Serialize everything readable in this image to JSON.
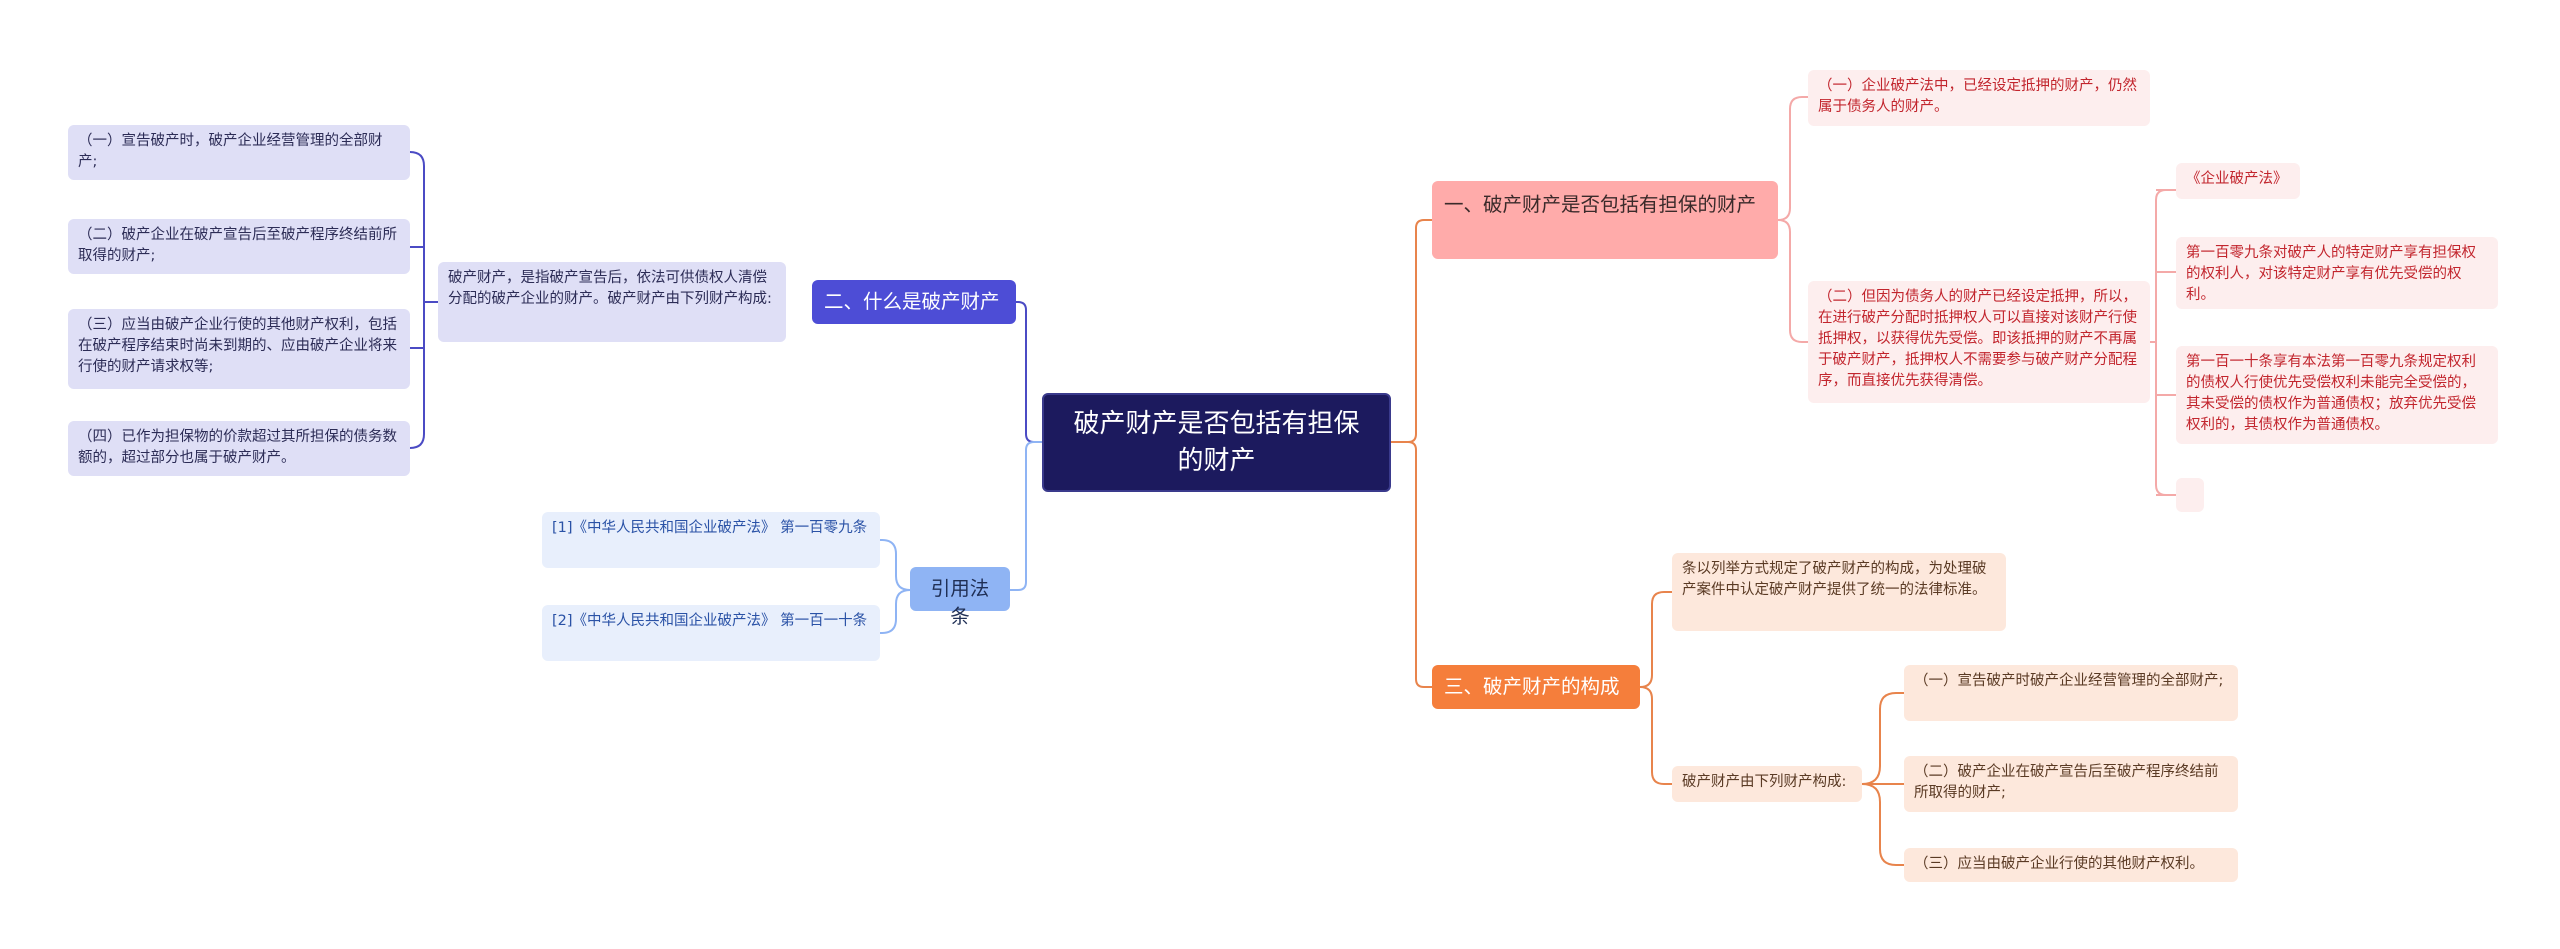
{
  "root": {
    "title": "破产财产是否包括有担保的财产"
  },
  "branch1": {
    "title": "一、破产财产是否包括有担保的财产",
    "item1": "（一）企业破产法中，已经设定抵押的财产，仍然属于债务人的财产。",
    "item2": "（二）但因为债务人的财产已经设定抵押，所以，在进行破产分配时抵押权人可以直接对该财产行使抵押权，以获得优先受偿。即该抵押的财产不再属于破产财产，抵押权人不需要参与破产财产分配程序，而直接优先获得清偿。",
    "law": "《企业破产法》",
    "law_art1": "第一百零九条对破产人的特定财产享有担保权的权利人，对该特定财产享有优先受偿的权利。",
    "law_art2": "第一百一十条享有本法第一百零九条规定权利的债权人行使优先受偿权利未能完全受偿的，其未受偿的债权作为普通债权；放弃优先受偿权利的，其债权作为普通债权。",
    "law_empty": ""
  },
  "branch2": {
    "title": "二、什么是破产财产",
    "desc": "破产财产，是指破产宣告后，依法可供债权人清偿分配的破产企业的财产。破产财产由下列财产构成:",
    "items": [
      "（一）宣告破产时，破产企业经营管理的全部财产;",
      "（二）破产企业在破产宣告后至破产程序终结前所取得的财产;",
      "（三）应当由破产企业行使的其他财产权利，包括在破产程序结束时尚未到期的、应由破产企业将来行使的财产请求权等;",
      "（四）已作为担保物的价款超过其所担保的债务数额的，超过部分也属于破产财产。"
    ]
  },
  "branch3": {
    "title": "三、破产财产的构成",
    "desc": "条以列举方式规定了破产财产的构成，为处理破产案件中认定破产财产提供了统一的法律标准。",
    "sub": "破产财产由下列财产构成:",
    "items": [
      "（一）宣告破产时破产企业经营管理的全部财产;",
      "（二）破产企业在破产宣告后至破产程序终结前所取得的财产;",
      "（三）应当由破产企业行使的其他财产权利。"
    ]
  },
  "branch4": {
    "title": "引用法条",
    "items": [
      "[1]《中华人民共和国企业破产法》 第一百零九条",
      "[2]《中华人民共和国企业破产法》 第一百一十条"
    ]
  },
  "colors": {
    "root": "#1c1a5e",
    "branch1": "#ffabaa",
    "branch2": "#4d4dd6",
    "branch3": "#f57e3b",
    "branch4": "#8fb4f4",
    "edge_pink": "#f4a9a8",
    "edge_violet": "#4b4bc4",
    "edge_orange": "#e8844c",
    "edge_blue": "#8fb4f4"
  }
}
